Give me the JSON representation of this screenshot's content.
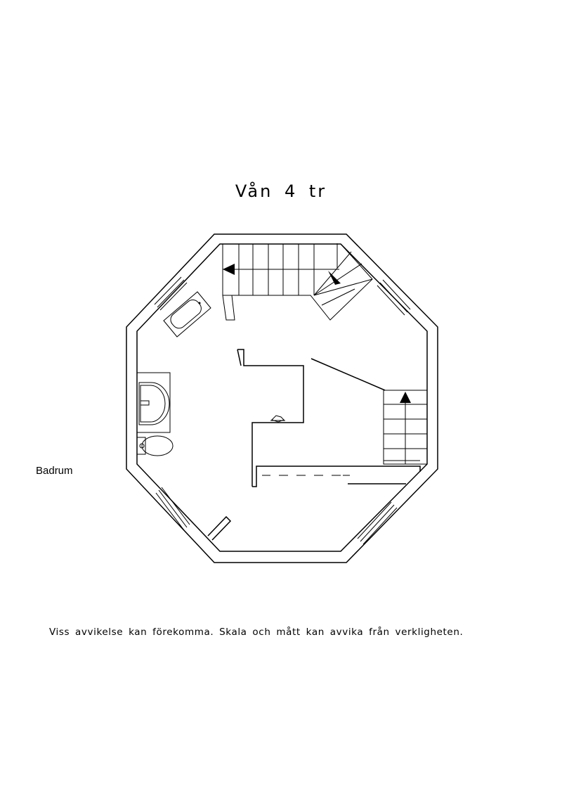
{
  "floor_title": "Vån 4 tr",
  "room_label": "Badrum",
  "disclaimer": "Viss avvikelse kan förekomma. Skala och mått kan avvika från verkligheten."
}
